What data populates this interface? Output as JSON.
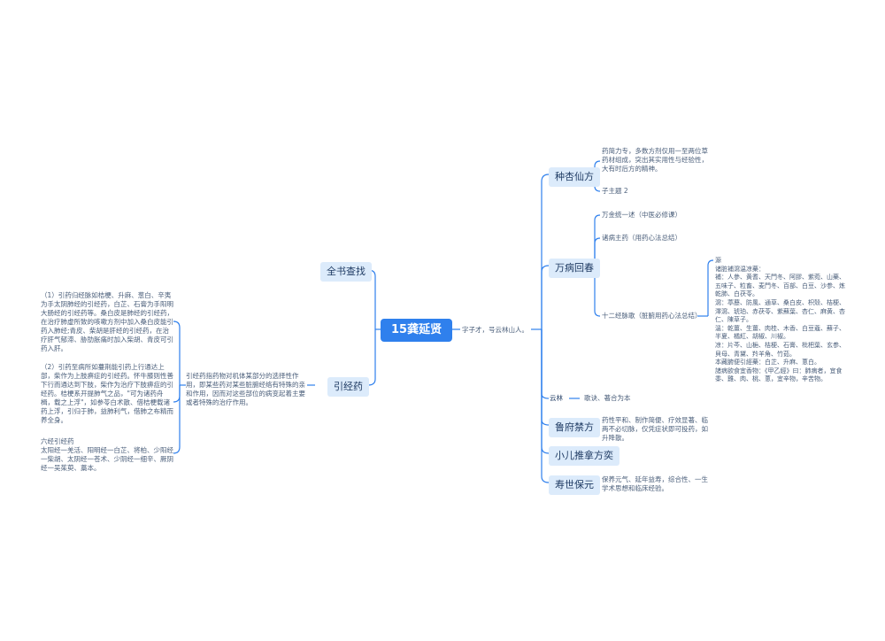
{
  "root": {
    "label": "15龚延贤"
  },
  "left": {
    "search": {
      "label": "全书查找"
    },
    "guide": {
      "label": "引经药",
      "desc": "引经药指药物对机体某部分的选择性作用，即某些药对某些脏腑经络有特殊的亲和作用，因而对这些部位的病变起着主要或者特殊的治疗作用。",
      "notes": [
        "（1）引药归经脉如桔梗、升麻、葱白、辛夷为手太阴肺经的引经药，白芷、石膏为手阳明大肠经的引经药等。桑白皮是肺经的引经药，在治疗肺虚所致的咳嗽方剂中加入桑白皮能引药入肺经;青皮、柴胡是肝经的引经药，在治疗肝气郁滞、胁肋胀痛时加入柴胡、青皮可引药入肝。",
        "（2）引药至病所如蔓荆能引药上行通达上部，柴作为上肢痹症的引经药。怀牛膝则性善下行而通达到下肢，柴作为治疗下肢痹症的引经药。桔梗系开提肺气之品，\"可为诸药舟楫，载之上浮\"，如参苓白术散、借桔梗载诸药上浮，引归于肺，益肺利气，借肺之布精而养全身。",
        "六经引经药\n太阳经一羌活、阳明经一白芷、将柏、少阳经一柴胡、太阴经一苍术、少阴经一细辛、厥阴经一吴茱萸、藁本。"
      ]
    }
  },
  "right": {
    "author": "字子才，号云林山人。",
    "branches": [
      {
        "label": "种杏仙方",
        "children": [
          "药简力专，多数方剂仅用一至两位草药材组成，突出其实用性与经验性，大有时后方的精神。",
          "子主题 2"
        ]
      },
      {
        "label": "万病回春",
        "children": [
          "万金统一述（中医必修课）",
          "诸病主药（用药心法总结）",
          "十二经脉歌（脏腑用药心法总结）"
        ],
        "detail": "源\n诸脏補瀉温凉藥：\n補：人參、黄耆、天門冬、阿膠、紫菀、山藥、五味子、粒畜、麦門冬、百部、白豆、沙参、炼乾肺、白茯苓。\n瀉：葶藶、防風、通草、桑白皮、枳殼、桔梗、澤瀉、琥珀、赤茯苓、紫蘇葉、杏仁、麻黄、杏仁、陳草子。\n溫：乾薑、生薑、肉桂、木香、白豆蔻、蘇子、半夏、橘紅、胡椒、川椒。\n凉：片芩、山梔、桔梗、石膏、枇杷葉、玄参、貝母、青黛、羚羊角、竹茹。\n本藏腑便引經藥：白芷、升麻、蔥白。\n諸病欲食宜香物：《甲乙經》曰：肺病者，宜食黍、雞、肉、桃、蔥，宜辛物，辛苦物。"
      },
      {
        "label": "云林",
        "children": [
          "歌诀、著合为本"
        ]
      },
      {
        "label": "鲁府禁方",
        "children": [
          "药性平和、制作简便、疗效显著、临两不必切脉，仅凭症状即可投药，如升降散。"
        ]
      },
      {
        "label": "小儿推拿方奕",
        "children": []
      },
      {
        "label": "寿世保元",
        "children": [
          "保养元气、延年益寿，综合性、一生学术思想和临床经验。"
        ]
      }
    ]
  }
}
